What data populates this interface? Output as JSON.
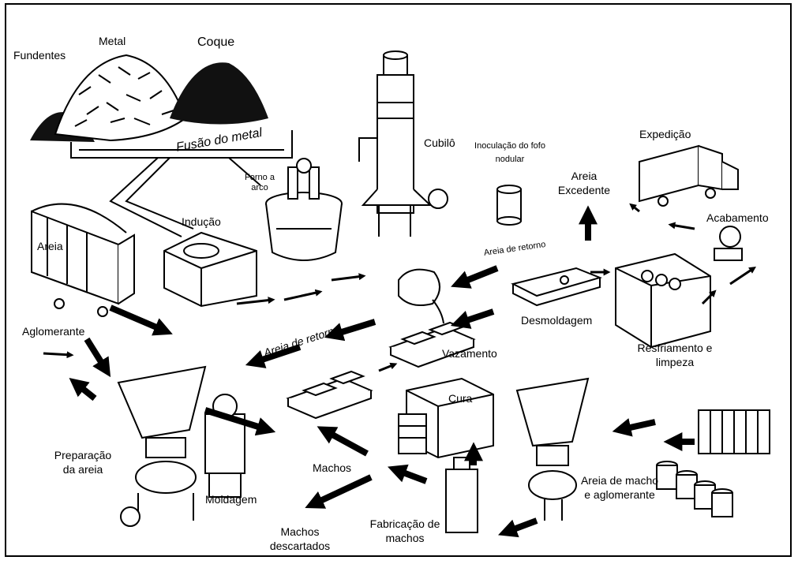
{
  "labels": {
    "fundentes": "Fundentes",
    "metal": "Metal",
    "coque": "Coque",
    "fusao": "Fusão do metal",
    "forno_a_arco": "Forno a arco",
    "cubilo": "Cubilô",
    "inoculacao": "Inoculação do fofo nodular",
    "expedicao": "Expedição",
    "areia_excedente": "Areia Excedente",
    "acabamento": "Acabamento",
    "inducao": "Indução",
    "areia": "Areia",
    "areia_retorno_1": "Areia de retorno",
    "areia_retorno_2": "Areia de retorno",
    "desmoldagem": "Desmoldagem",
    "aglomerante": "Aglomerante",
    "vazamento": "Vazamento",
    "resfriamento": "Resfriamento e limpeza",
    "cura": "Cura",
    "preparacao": "Preparação da areia",
    "machos": "Machos",
    "areia_macho": "Areia de macho e aglomerante",
    "moldagem": "Moldagem",
    "machos_descartados": "Machos descartados",
    "fabricacao_machos": "Fabricação de machos"
  }
}
